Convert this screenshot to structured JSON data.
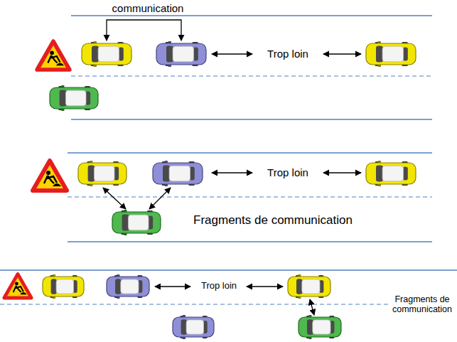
{
  "diagram": {
    "labels": [
      "communication",
      "Trop loin",
      "Trop loin",
      "Fragments de communication",
      "Trop loin",
      "Fragments de communication"
    ]
  }
}
